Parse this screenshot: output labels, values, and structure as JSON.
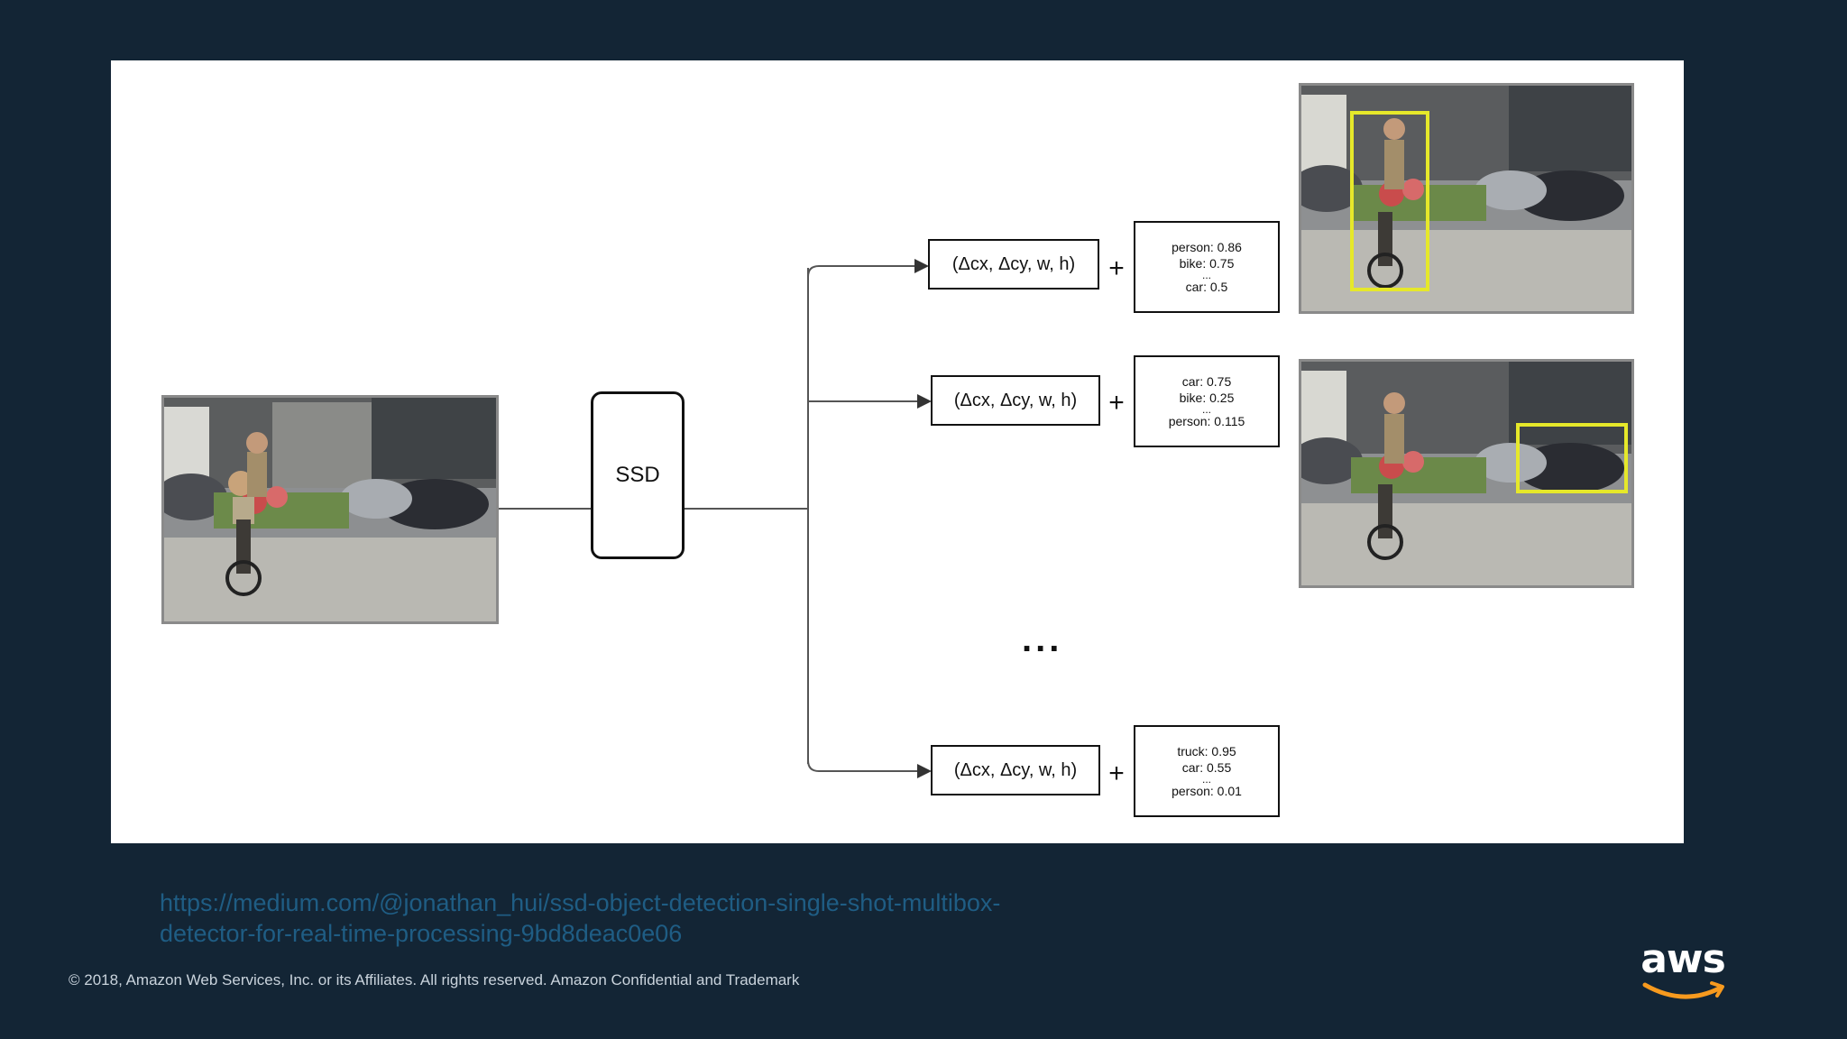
{
  "diagram": {
    "ssd_label": "SSD",
    "bbox_formula": "(Δcx, Δcy, w, h)",
    "plus": "+",
    "ellipsis": "...",
    "outputs": [
      {
        "line1": "person: 0.86",
        "line2": "bike: 0.75",
        "dots": "...",
        "line3": "car: 0.5"
      },
      {
        "line1": "car: 0.75",
        "line2": "bike: 0.25",
        "dots": "...",
        "line3": "person: 0.115"
      },
      {
        "line1": "truck: 0.95",
        "line2": "car:  0.55",
        "dots": "...",
        "line3": "person: 0.01"
      }
    ],
    "detection_color": "#e6e82a"
  },
  "link": {
    "line1": "https://medium.com/@jonathan_hui/ssd-object-detection-single-shot-multibox-",
    "line2": "detector-for-real-time-processing-9bd8deac0e06"
  },
  "footer": {
    "copyright": "© 2018, Amazon Web Services, Inc. or its Affiliates. All rights reserved. Amazon Confidential and Trademark"
  },
  "logo": {
    "word": "aws",
    "smile_color": "#f79a1e"
  }
}
